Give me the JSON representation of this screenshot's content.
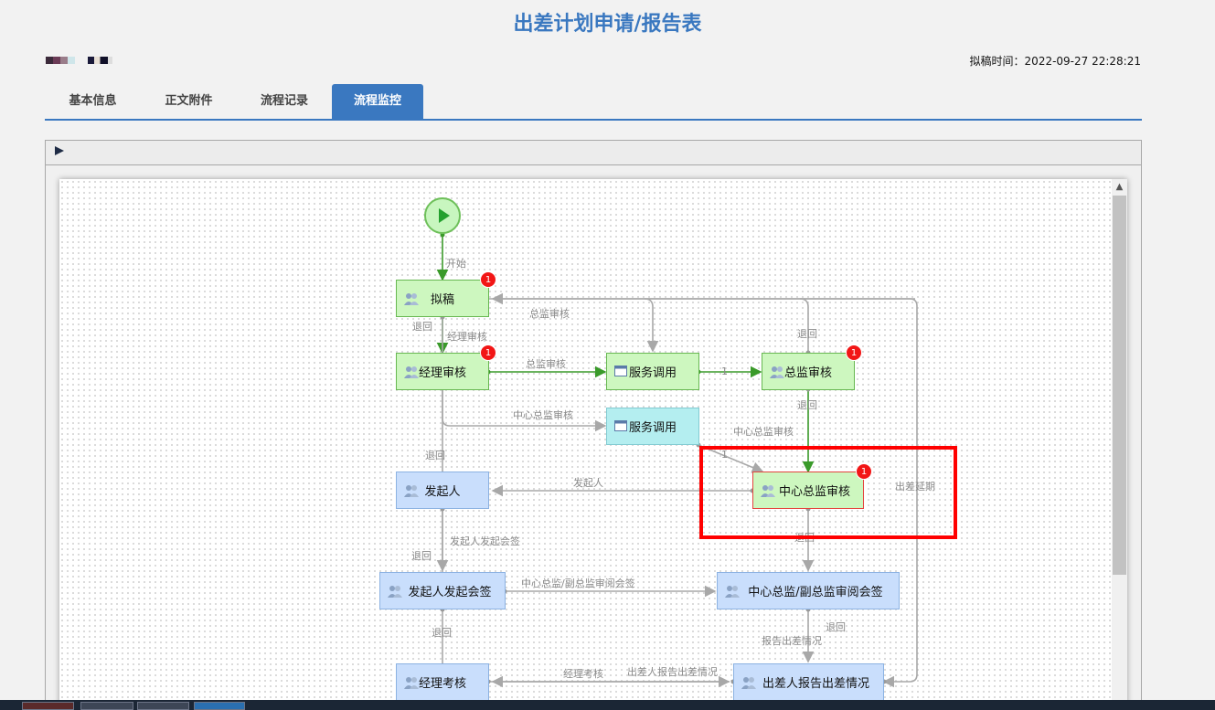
{
  "page": {
    "title": "出差计划申请/报告表",
    "draft_time": "拟稿时间：2022-09-27 22:28:21"
  },
  "tabs": [
    {
      "label": "基本信息"
    },
    {
      "label": "正文附件"
    },
    {
      "label": "流程记录"
    },
    {
      "label": "流程监控",
      "active": true
    }
  ],
  "colors": {
    "accent": "#3a78c0",
    "highlight": "#ff0000",
    "active_flow": "#3a9a2a",
    "inactive_flow": "#a8a8a8"
  },
  "nodes": {
    "draft": {
      "label": "拟稿",
      "badge": "1",
      "type": "user",
      "state": "done"
    },
    "mgr_review": {
      "label": "经理审核",
      "badge": "1",
      "type": "user",
      "state": "done"
    },
    "service1": {
      "label": "服务调用",
      "type": "service",
      "state": "done"
    },
    "chief_review": {
      "label": "总监审核",
      "badge": "1",
      "type": "user",
      "state": "done"
    },
    "service2": {
      "label": "服务调用",
      "type": "service",
      "state": "pending"
    },
    "center_review": {
      "label": "中心总监审核",
      "badge": "1",
      "type": "user",
      "state": "current"
    },
    "initiator": {
      "label": "发起人",
      "type": "user",
      "state": "pending"
    },
    "init_sign": {
      "label": "发起人发起会签",
      "type": "user",
      "state": "pending"
    },
    "center_sign": {
      "label": "中心总监/副总监审阅会签",
      "type": "user",
      "state": "pending"
    },
    "mgr_assess": {
      "label": "经理考核",
      "type": "user",
      "state": "pending"
    },
    "report": {
      "label": "出差人报告出差情况",
      "type": "user",
      "state": "pending"
    }
  },
  "edges": {
    "start": "开始",
    "back1": "退回",
    "mgr_review": "经理审核",
    "chief_top": "总监审核",
    "chief_mid": "总监审核",
    "back2": "退回",
    "back3": "退回",
    "center_chief1": "中心总监审核",
    "center_chief2": "中心总监审核",
    "one1": "1",
    "one2": "1",
    "back4": "退回",
    "initiator": "发起人",
    "delay": "出差延期",
    "back5": "退回",
    "init_sign": "发起人发起会签",
    "back6": "退回",
    "center_sign": "中心总监/副总监审阅会签",
    "back7": "退回",
    "back8": "退回",
    "report_status": "报告出差情况",
    "mgr_assess": "经理考核",
    "report": "出差人报告出差情况"
  }
}
